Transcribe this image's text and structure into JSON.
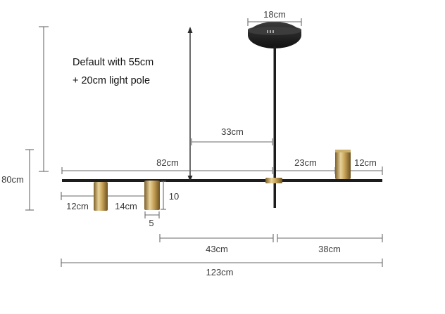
{
  "note": {
    "line1": "Default with 55cm",
    "line2": "+ 20cm light pole"
  },
  "dimensions": {
    "canopy_width": "18cm",
    "arm_offset": "33cm",
    "bar_left_length": "82cm",
    "right_lamp_offset": "23cm",
    "right_lamp_height": "12cm",
    "drop_height": "80cm",
    "left_lamp_height": "12cm",
    "lamp_spacing": "14cm",
    "lamp_drop": "10",
    "lamp_width": "5",
    "mid_span": "43cm",
    "right_span": "38cm",
    "total_length": "123cm"
  },
  "colors": {
    "fixture": "#1c1c1c",
    "brass_light": "#e7d29a",
    "brass_mid": "#c9a55a",
    "brass_dark": "#8a6a2e",
    "dimension_line": "#6a6a6a",
    "text": "#3a3a3a"
  }
}
